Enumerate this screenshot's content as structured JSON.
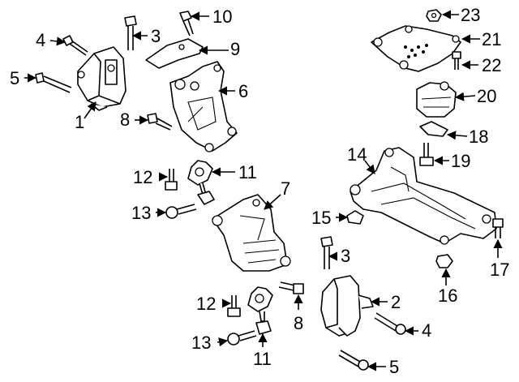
{
  "diagram": {
    "callouts": [
      {
        "id": "c1",
        "text": "1"
      },
      {
        "id": "c2",
        "text": "2"
      },
      {
        "id": "c3a",
        "text": "3"
      },
      {
        "id": "c3b",
        "text": "3"
      },
      {
        "id": "c4a",
        "text": "4"
      },
      {
        "id": "c4b",
        "text": "4"
      },
      {
        "id": "c5a",
        "text": "5"
      },
      {
        "id": "c5b",
        "text": "5"
      },
      {
        "id": "c6",
        "text": "6"
      },
      {
        "id": "c7",
        "text": "7"
      },
      {
        "id": "c8a",
        "text": "8"
      },
      {
        "id": "c8b",
        "text": "8"
      },
      {
        "id": "c9",
        "text": "9"
      },
      {
        "id": "c10",
        "text": "10"
      },
      {
        "id": "c11a",
        "text": "11"
      },
      {
        "id": "c11b",
        "text": "11"
      },
      {
        "id": "c12a",
        "text": "12"
      },
      {
        "id": "c12b",
        "text": "12"
      },
      {
        "id": "c13a",
        "text": "13"
      },
      {
        "id": "c13b",
        "text": "13"
      },
      {
        "id": "c14",
        "text": "14"
      },
      {
        "id": "c15",
        "text": "15"
      },
      {
        "id": "c16",
        "text": "16"
      },
      {
        "id": "c17",
        "text": "17"
      },
      {
        "id": "c18",
        "text": "18"
      },
      {
        "id": "c19",
        "text": "19"
      },
      {
        "id": "c20",
        "text": "20"
      },
      {
        "id": "c21",
        "text": "21"
      },
      {
        "id": "c22",
        "text": "22"
      },
      {
        "id": "c23",
        "text": "23"
      }
    ]
  }
}
